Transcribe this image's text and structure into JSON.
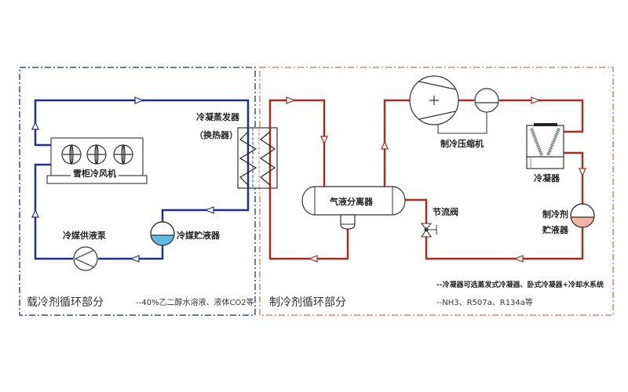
{
  "colors": {
    "secondary_loop": "#1f2f8f",
    "refrigerant_loop": "#a82a20",
    "secondary_border": "#3a4f90",
    "refrigerant_border": "#d08a70",
    "secondary_liquid": "#5bbde0",
    "refrigerant_liquid": "#f2b5a5"
  },
  "secondary_section": {
    "title": "载冷剂循环部分",
    "note": "--40%乙二醇水溶液、液体CO2等",
    "components": {
      "air_cooler": "雪柜冷风机",
      "heat_exchanger_line1": "冷凝蒸发器",
      "heat_exchanger_line2": "（换热器）",
      "pump": "冷媒供液泵",
      "receiver": "冷媒贮液器"
    }
  },
  "refrigerant_section": {
    "title": "制冷剂循环部分",
    "note1": "--冷凝器可选蒸发式冷凝器、卧式冷凝器+冷却水系统",
    "note2": "--NH3、R507a、R134a等",
    "components": {
      "separator": "气液分离器",
      "compressor": "制冷压缩机",
      "condenser": "冷凝器",
      "expansion_valve": "节流阀",
      "receiver_line1": "制冷剂",
      "receiver_line2": "贮液器"
    }
  }
}
